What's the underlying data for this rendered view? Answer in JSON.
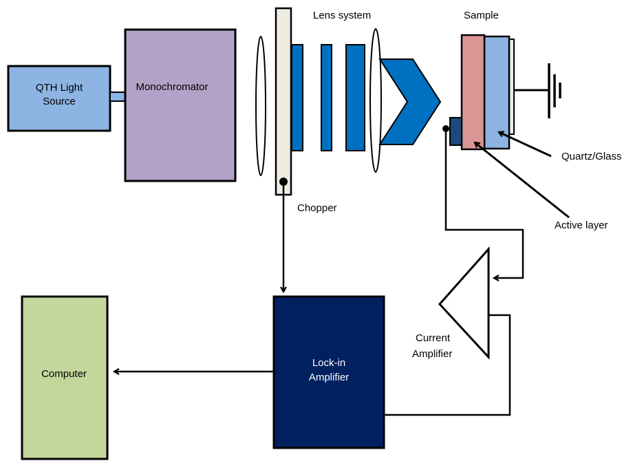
{
  "labels": {
    "qth_line1": "QTH Light",
    "qth_line2": "Source",
    "monochromator": "Monochromator",
    "lens_system": "Lens system",
    "sample": "Sample",
    "chopper": "Chopper",
    "quartz_glass": "Quartz/Glass",
    "active_layer": "Active layer",
    "current_amp_line1": "Current",
    "current_amp_line2": "Amplifier",
    "lockin_line1": "Lock-in",
    "lockin_line2": "Amplifier",
    "computer": "Computer"
  },
  "colors": {
    "qth_source": "#8db4e2",
    "monochromator": "#b3a2c7",
    "chopper": "#eeece1",
    "lens_blue": "#0070c0",
    "active_layer": "#d99694",
    "quartz_layer": "#8db4e2",
    "detector": "#1f497d",
    "lockin": "#002060",
    "computer": "#c3d69b",
    "outline": "#000000"
  }
}
